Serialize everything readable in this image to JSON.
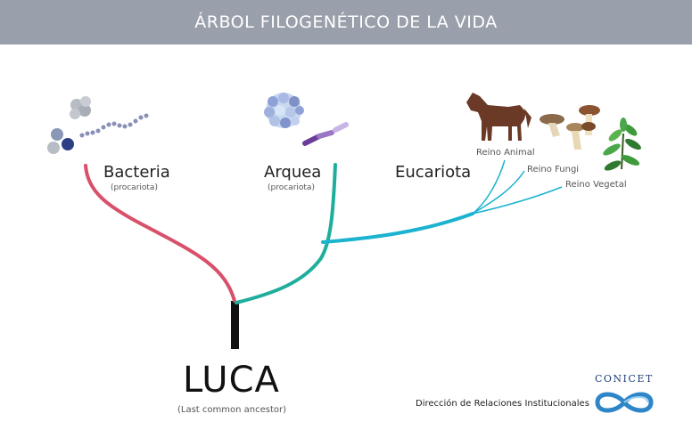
{
  "header": {
    "title": "ÁRBOL FILOGENÉTICO DE LA VIDA"
  },
  "domains": [
    {
      "name": "Bacteria",
      "sub": "(procariota)"
    },
    {
      "name": "Arquea",
      "sub": "(procariota)"
    },
    {
      "name": "Eucariota",
      "sub": ""
    }
  ],
  "kingdoms": [
    {
      "name": "Reino Animal"
    },
    {
      "name": "Reino Fungi"
    },
    {
      "name": "Reino Vegetal"
    }
  ],
  "root": {
    "name": "LUCA",
    "sub": "(Last common ancestor)"
  },
  "footer": {
    "text": "Dirección de Relaciones Institucionales"
  },
  "logo": {
    "text": "CONICET",
    "icon": "infinity-logo-icon"
  },
  "colors": {
    "header_bg": "#9aa0ab",
    "bacteria_branch": "#d9506a",
    "archaea_branch": "#1fae9c",
    "eukaryota_branch": "#1bb3cf",
    "root_trunk": "#111111",
    "logo_blue": "#2e86c8"
  },
  "icons": [
    "bacteria-icon",
    "archaea-icon",
    "horse-icon",
    "mushroom-icon",
    "plant-icon"
  ]
}
